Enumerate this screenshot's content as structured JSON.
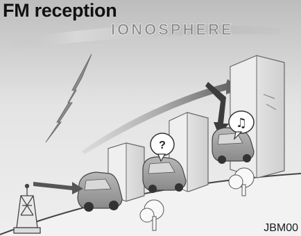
{
  "title": "FM reception",
  "ionosphere_label": "IONOSPHERE",
  "figure_code": "JBM00",
  "bubble_symbols": {
    "unclear_signal": "?",
    "music_notes": "♫"
  }
}
